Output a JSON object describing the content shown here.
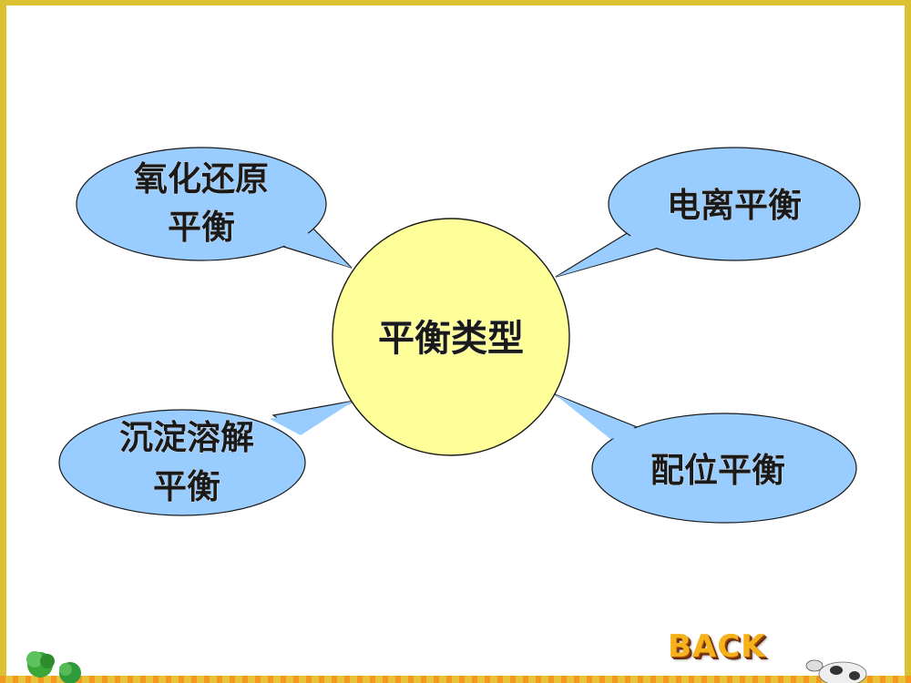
{
  "diagram": {
    "center": {
      "label": "平衡类型",
      "fill": "#ffff99"
    },
    "bubble_fill": "#99ccff",
    "branches": [
      {
        "id": "redox",
        "lines": [
          "氧化还原",
          "平衡"
        ]
      },
      {
        "id": "ionization",
        "lines": [
          "电离平衡"
        ]
      },
      {
        "id": "precipitation",
        "lines": [
          "沉淀溶解",
          "平衡"
        ]
      },
      {
        "id": "coordination",
        "lines": [
          "配位平衡"
        ]
      }
    ]
  },
  "navigation": {
    "back_label": "BACK"
  },
  "colors": {
    "frame": "#dcc232",
    "bottom_strip": "#f39a1e",
    "back_text": "#f5b21b"
  }
}
